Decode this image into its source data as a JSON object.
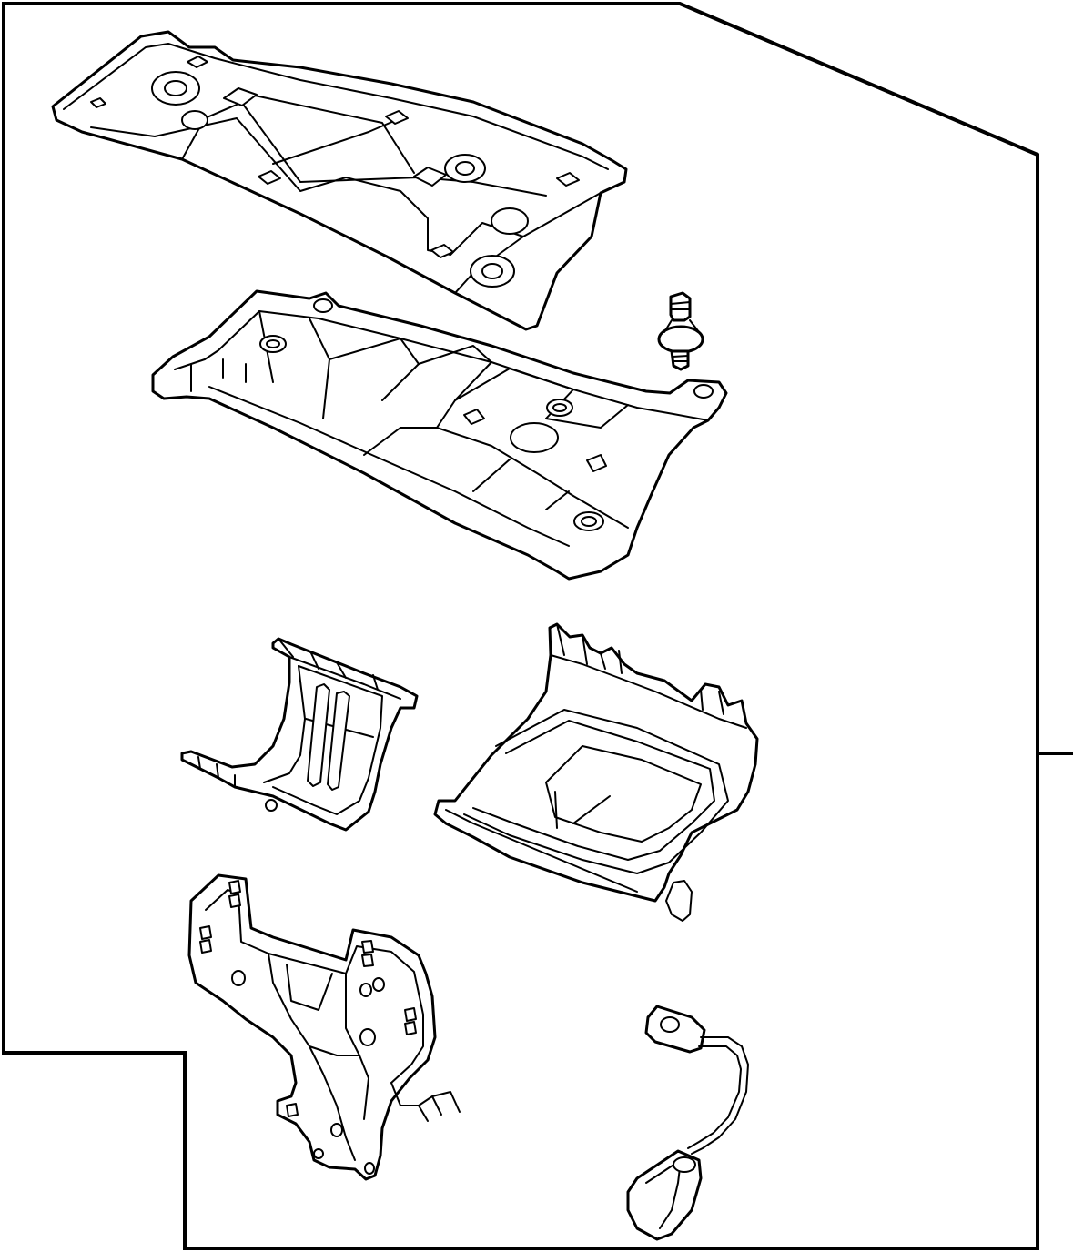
{
  "diagram": {
    "kind": "exploded-parts-illustration",
    "line_color": "#000000",
    "background": "#ffffff",
    "parts": [
      {
        "id": "upper-cover-panel"
      },
      {
        "id": "lower-bracket-tray"
      },
      {
        "id": "fastener-stud"
      },
      {
        "id": "hinge-bracket-left"
      },
      {
        "id": "storage-bin-right"
      },
      {
        "id": "mounting-plate"
      },
      {
        "id": "sensor-with-harness"
      }
    ]
  }
}
